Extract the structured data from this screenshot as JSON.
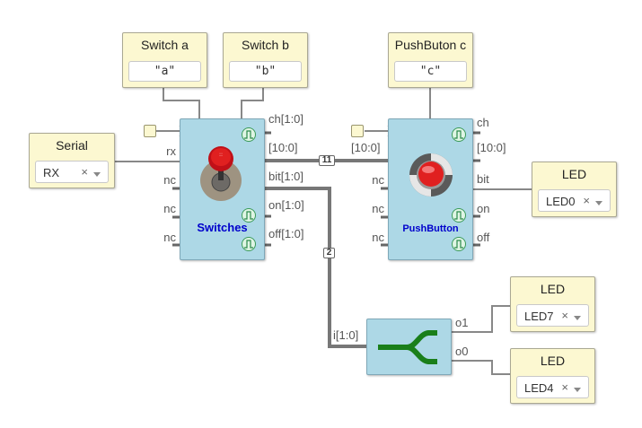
{
  "inputs": {
    "switch_a": {
      "title": "Switch a",
      "value": "\"a\""
    },
    "switch_b": {
      "title": "Switch b",
      "value": "\"b\""
    },
    "pushbutton_c": {
      "title": "PushButon c",
      "value": "\"c\""
    },
    "serial": {
      "title": "Serial",
      "selected": "RX",
      "clear": "×"
    }
  },
  "outputs": {
    "led_top": {
      "title": "LED",
      "selected": "LED0",
      "clear": "×"
    },
    "led_mid": {
      "title": "LED",
      "selected": "LED7",
      "clear": "×"
    },
    "led_bottom": {
      "title": "LED",
      "selected": "LED4",
      "clear": "×"
    }
  },
  "switches_block": {
    "name": "Switches",
    "inputs": [
      "rx",
      "nc",
      "nc",
      "nc"
    ],
    "outputs": [
      "ch[1:0]",
      "[10:0]",
      "bit[1:0]",
      "on[1:0]",
      "off[1:0]"
    ]
  },
  "pushbutton_block": {
    "name": "PushButton",
    "inputs": [
      "[10:0]",
      "nc",
      "nc",
      "nc"
    ],
    "outputs": [
      "ch",
      "[10:0]",
      "bit",
      "on",
      "off"
    ]
  },
  "splitter_block": {
    "input": "i[1:0]",
    "outputs": [
      "o1",
      "o0"
    ]
  },
  "bus_widths": {
    "main_bus": "11",
    "bit_bus": "2"
  },
  "colors": {
    "block_fill": "#add8e6",
    "config_fill": "#fcf8d1",
    "wire": "#777777",
    "splitter": "#1a7f1a",
    "button_red": "#e02020",
    "block_label": "#0000cc"
  },
  "icons": {
    "clock_port": "pulse-icon",
    "switch": "toggle-switch-icon",
    "button": "push-button-icon",
    "splitter": "bus-splitter-icon"
  }
}
